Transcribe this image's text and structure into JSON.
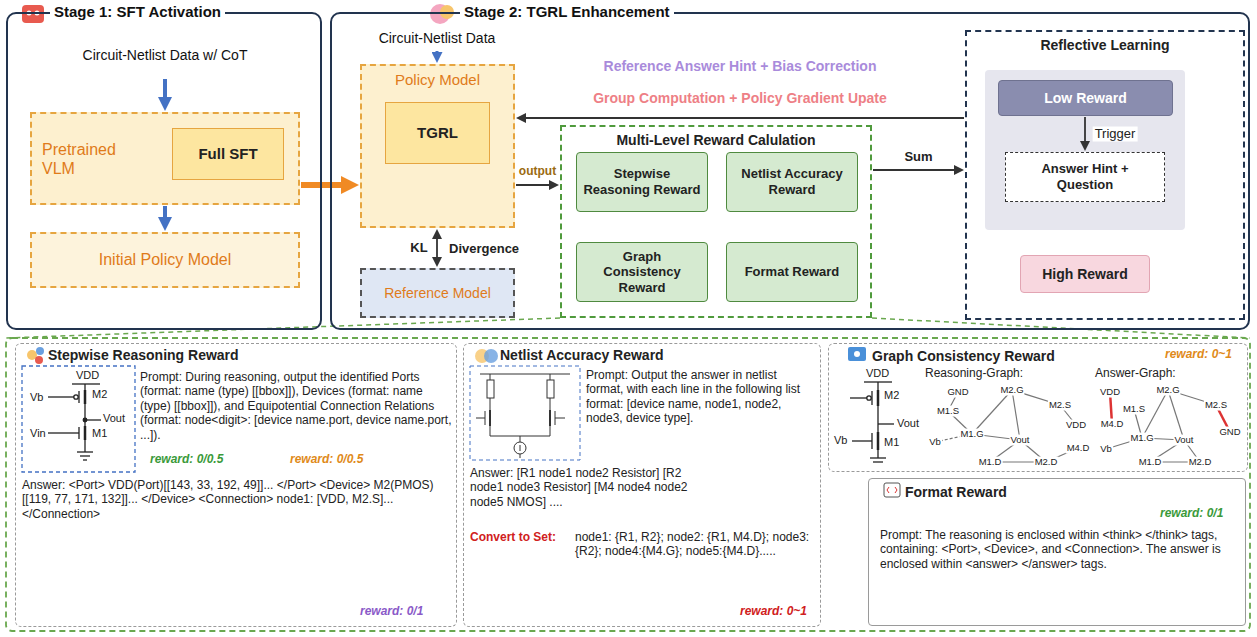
{
  "diagram": {
    "nodes": [
      {
        "text": [
          "Stage 1: SFT Activation"
        ]
      },
      {
        "text": [
          "Circuit-Netlist Data w/ CoT"
        ],
        "in": 0
      },
      {
        "text": [
          "Pretrained VLM"
        ],
        "in": 0
      },
      {
        "text": [
          "Full SFT"
        ],
        "in": 2
      },
      {
        "text": [
          "Initial Policy Model"
        ],
        "in": 0
      },
      {
        "text": [
          "Stage 2: TGRL Enhancement"
        ]
      },
      {
        "text": [
          "Circuit-Netlist Data"
        ],
        "in": 5
      },
      {
        "text": [
          "Policy Model"
        ],
        "in": 5
      },
      {
        "text": [
          "TGRL"
        ],
        "in": 7
      },
      {
        "text": [
          "Reference Model"
        ],
        "in": 5
      },
      {
        "text": [
          "Multi-Level Reward Calulation"
        ],
        "in": 5
      },
      {
        "text": [
          "Stepwise Reasoning Reward"
        ],
        "in": 10
      },
      {
        "text": [
          "Netlist Accuracy Reward"
        ],
        "in": 10
      },
      {
        "text": [
          "Graph Consistency Reward"
        ],
        "in": 10
      },
      {
        "text": [
          "Format Reward"
        ],
        "in": 10
      },
      {
        "text": [
          "Reflective Learning"
        ],
        "in": 5
      },
      {
        "text": [
          "Low Reward"
        ],
        "in": 15
      },
      {
        "text": [
          "Answer Hint + Question"
        ],
        "in": 15
      },
      {
        "text": [
          "High Reward"
        ],
        "in": 15
      },
      {
        "text": [
          "Stepwise Reasoning Reward",
          "Prompt: During reasoning, output the identified Ports (format: name (type) [[bbox]]), Devices (format: name (type) [[bbox]]), and Equipotential Connection Relations (format: node<digit>: [device name.port, device name.port, ...]).",
          "reward: 0/0.5",
          "reward: 0/0.5",
          "Answer: <Port> VDD(Port)[[143, 33, 192, 49]]... </Port> <Device> M2(PMOS)[[119, 77, 171, 132]]... </Device> <Connection> node1: [VDD, M2.S]... </Connection>",
          "reward: 0/1"
        ]
      },
      {
        "text": [
          "Netlist Accuracy Reward",
          "Prompt: Output the answer in netlist format, with each line in the following list format: [device name, node1, node2, node3, device type].",
          "Answer: [R1 node1 node2 Resistor] [R2 node1 node3 Resistor] [M4 node4 node2 node5 NMOS] ....",
          "Convert to Set:",
          "node1: {R1, R2}; node2: {R1, M4.D}; node3: {R2}; node4:{M4.G}; node5:{M4.D}.....",
          "reward: 0~1"
        ]
      },
      {
        "text": [
          "Graph Consistency Reward",
          "Reasoning-Graph:",
          "reward: 0~1",
          "Answer-Graph:"
        ]
      },
      {
        "text": [
          "Format Reward",
          "reward: 0/1",
          "Prompt: The reasoning is enclosed within <think> </think> tags, containing: <Port>, <Device>, and <Connection>. The answer is enclosed within <answer> </answer> tags."
        ]
      }
    ],
    "edges": [
      {
        "from": 1,
        "to": 2,
        "arrow": "to"
      },
      {
        "from": 2,
        "to": 4,
        "arrow": "to"
      },
      {
        "from": 2,
        "to": 7,
        "arrow": "to"
      },
      {
        "from": 6,
        "to": 7,
        "arrow": "to"
      },
      {
        "from": 7,
        "to": 10,
        "arrow": "to",
        "label": "output"
      },
      {
        "from": 7,
        "to": 9,
        "arrow": "both",
        "label": "KL"
      },
      {
        "from": 10,
        "to": 15,
        "arrow": "to",
        "label": "Sum"
      },
      {
        "from": 15,
        "to": 7,
        "arrow": "to",
        "label": "Group Computation + Policy Gradient Upate"
      },
      {
        "from": 16,
        "to": 17,
        "arrow": "to",
        "label": "Trigger"
      }
    ],
    "labels": [
      "Divergence",
      "Reference Answer Hint + Bias Correction",
      "VDD",
      "M2",
      "Vb",
      "Vout",
      "Vin",
      "M1",
      "VDD",
      "M2",
      "Vout",
      "Vb",
      "M1",
      "GND",
      "M2.G",
      "M1.S",
      "M2.S",
      "Vb",
      "M1.G",
      "VDD",
      "Vout",
      "M1.D",
      "M2.D",
      "M4.D",
      "VDD",
      "M2.G",
      "M1.S",
      "M2.S",
      "M4.D",
      "Vb",
      "M1.G",
      "Vout",
      "GND",
      "M1.D",
      "M2.D"
    ]
  }
}
